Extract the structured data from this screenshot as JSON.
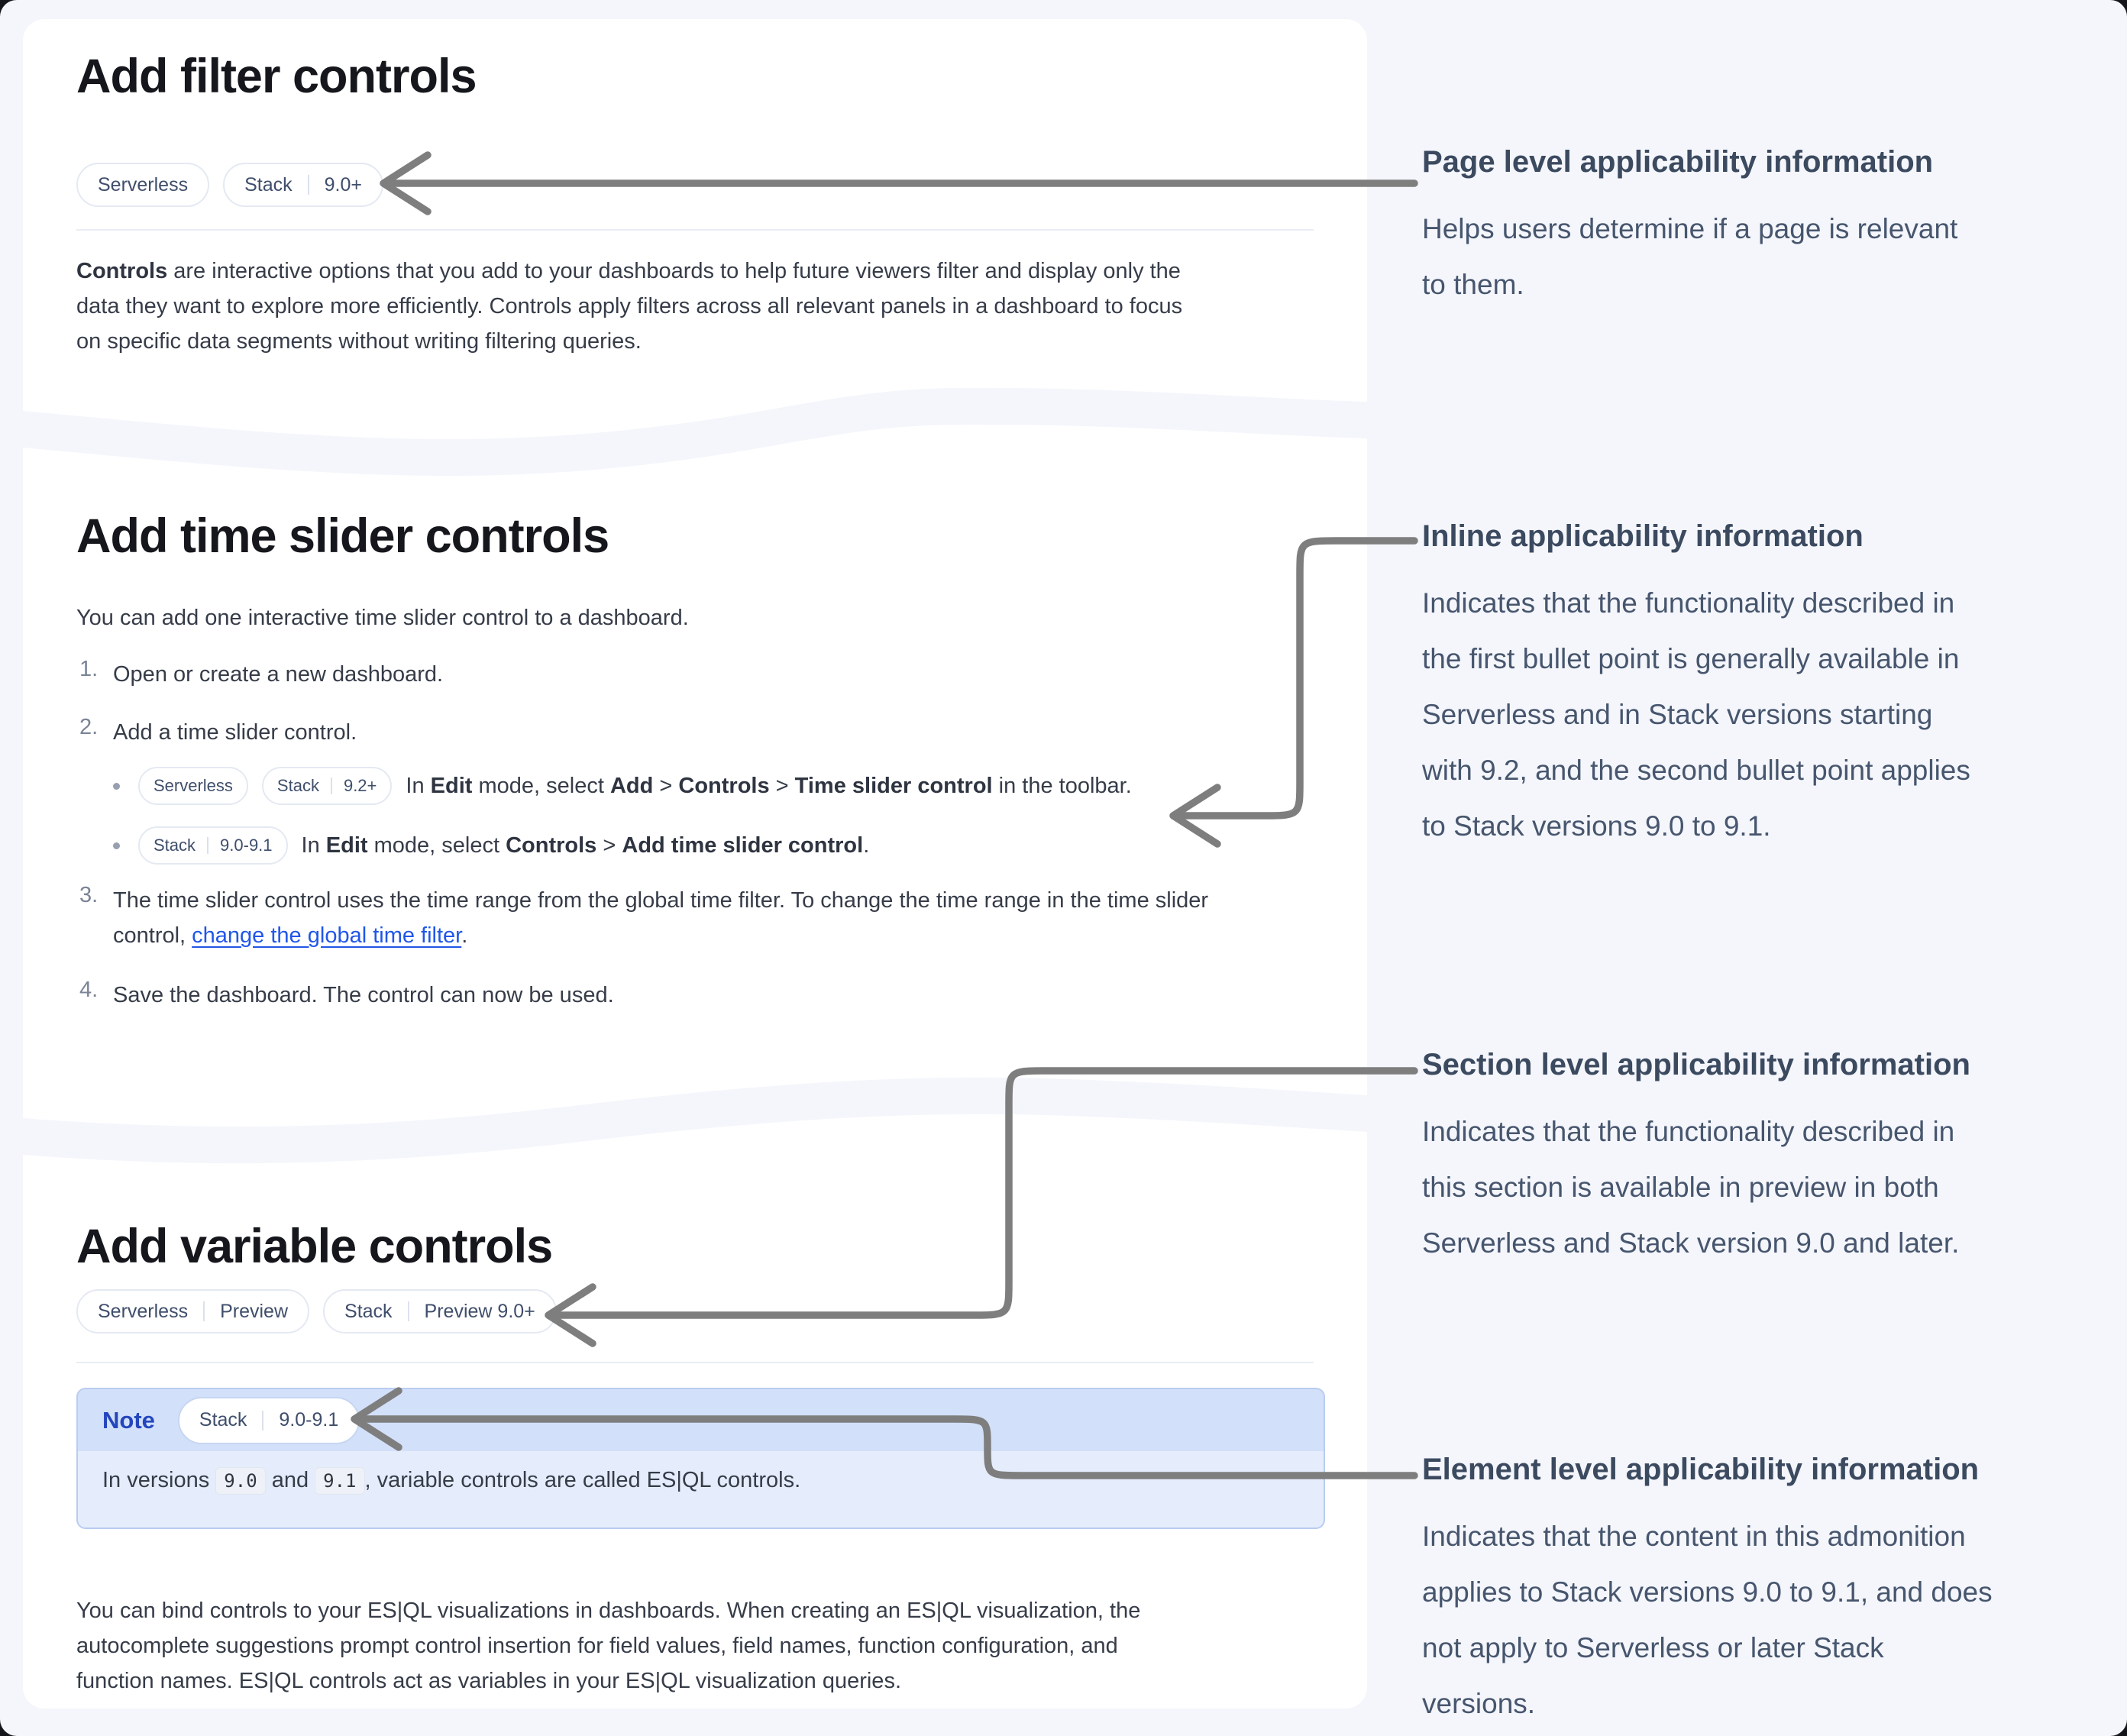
{
  "colors": {
    "page_background": "#f4f6fb",
    "card_background": "#ffffff",
    "accent_link": "#2056e8",
    "note_label_blue": "#2446bd",
    "note_header_bg": "#d2e0f9",
    "note_body_bg": "#e5edfc",
    "arrow_gray": "#7e7e7e",
    "badge_text": "#3f4e6b"
  },
  "cards": [
    {
      "title": "Add filter controls",
      "badges": [
        {
          "segments": [
            "Serverless"
          ]
        },
        {
          "segments": [
            "Stack",
            "9.0+"
          ]
        }
      ],
      "paragraph": [
        [
          {
            "t": "Controls",
            "b": 1
          },
          {
            "t": " are interactive options that you add to your dashboards to help future viewers filter and display only the"
          }
        ],
        [
          {
            "t": "data they want to explore more efficiently. Controls apply filters across all relevant panels in a dashboard to focus"
          }
        ],
        [
          {
            "t": "on specific data segments without writing filtering queries."
          }
        ]
      ]
    },
    {
      "title": "Add time slider controls",
      "intro": "You can add one interactive time slider control to a dashboard.",
      "steps": [
        {
          "num": "1.",
          "parts": [
            {
              "t": "Open or create a new dashboard."
            }
          ]
        },
        {
          "num": "2.",
          "parts": [
            {
              "t": "Add a time slider control."
            }
          ]
        },
        {
          "num": "3.",
          "lines": [
            [
              {
                "t": "The time slider control uses the time range from the global time filter. To change the time range in the time slider"
              }
            ],
            [
              {
                "t": "control, "
              },
              {
                "t": "change the global time filter",
                "link": 1
              },
              {
                "t": "."
              }
            ]
          ]
        },
        {
          "num": "4.",
          "parts": [
            {
              "t": "Save the dashboard. The control can now be used."
            }
          ]
        }
      ],
      "bullets": [
        {
          "badges": [
            {
              "segments": [
                "Serverless"
              ]
            },
            {
              "segments": [
                "Stack",
                "9.2+"
              ]
            }
          ],
          "parts": [
            {
              "t": "In "
            },
            {
              "t": "Edit",
              "b": 1
            },
            {
              "t": " mode, select "
            },
            {
              "t": "Add",
              "b": 1
            },
            {
              "t": " > "
            },
            {
              "t": "Controls",
              "b": 1
            },
            {
              "t": " > "
            },
            {
              "t": "Time slider control",
              "b": 1
            },
            {
              "t": " in the toolbar."
            }
          ]
        },
        {
          "badges": [
            {
              "segments": [
                "Stack",
                "9.0-9.1"
              ]
            }
          ],
          "parts": [
            {
              "t": "In "
            },
            {
              "t": "Edit",
              "b": 1
            },
            {
              "t": " mode, select "
            },
            {
              "t": "Controls",
              "b": 1
            },
            {
              "t": " > "
            },
            {
              "t": "Add time slider control",
              "b": 1
            },
            {
              "t": "."
            }
          ]
        }
      ]
    },
    {
      "title": "Add variable controls",
      "badges": [
        {
          "segments": [
            "Serverless",
            "Preview"
          ]
        },
        {
          "segments": [
            "Stack",
            "Preview 9.0+"
          ]
        }
      ],
      "note": {
        "label": "Note",
        "badge": {
          "segments": [
            "Stack",
            "9.0-9.1"
          ]
        },
        "parts": [
          {
            "t": "In versions "
          },
          {
            "t": "9.0",
            "code": 1
          },
          {
            "t": " and "
          },
          {
            "t": "9.1",
            "code": 1
          },
          {
            "t": ", variable controls are called ES|QL controls."
          }
        ]
      },
      "paragraph": [
        [
          {
            "t": "You can bind controls to your ES|QL visualizations in dashboards. When creating an ES|QL visualization, the"
          }
        ],
        [
          {
            "t": "autocomplete suggestions prompt control insertion for field values, field names, function configuration, and"
          }
        ],
        [
          {
            "t": "function names. ES|QL controls act as variables in your ES|QL visualization queries."
          }
        ]
      ]
    }
  ],
  "annotations": [
    {
      "title": "Page level applicability information",
      "lines": [
        "Helps users determine if a page is relevant",
        "to them."
      ]
    },
    {
      "title": "Inline applicability information",
      "lines": [
        "Indicates that the functionality described in",
        "the first bullet point is generally available in",
        "Serverless and in Stack versions starting",
        "with 9.2, and the second bullet point applies",
        "to Stack versions 9.0 to 9.1."
      ]
    },
    {
      "title": "Section level applicability information",
      "lines": [
        "Indicates that the functionality described in",
        "this section is available in preview in both",
        "Serverless and Stack version 9.0 and later."
      ]
    },
    {
      "title": "Element level applicability information",
      "lines": [
        "Indicates that the content in this admonition",
        "applies to Stack versions 9.0 to 9.1, and does",
        "not apply to Serverless or later Stack",
        "versions."
      ]
    }
  ]
}
